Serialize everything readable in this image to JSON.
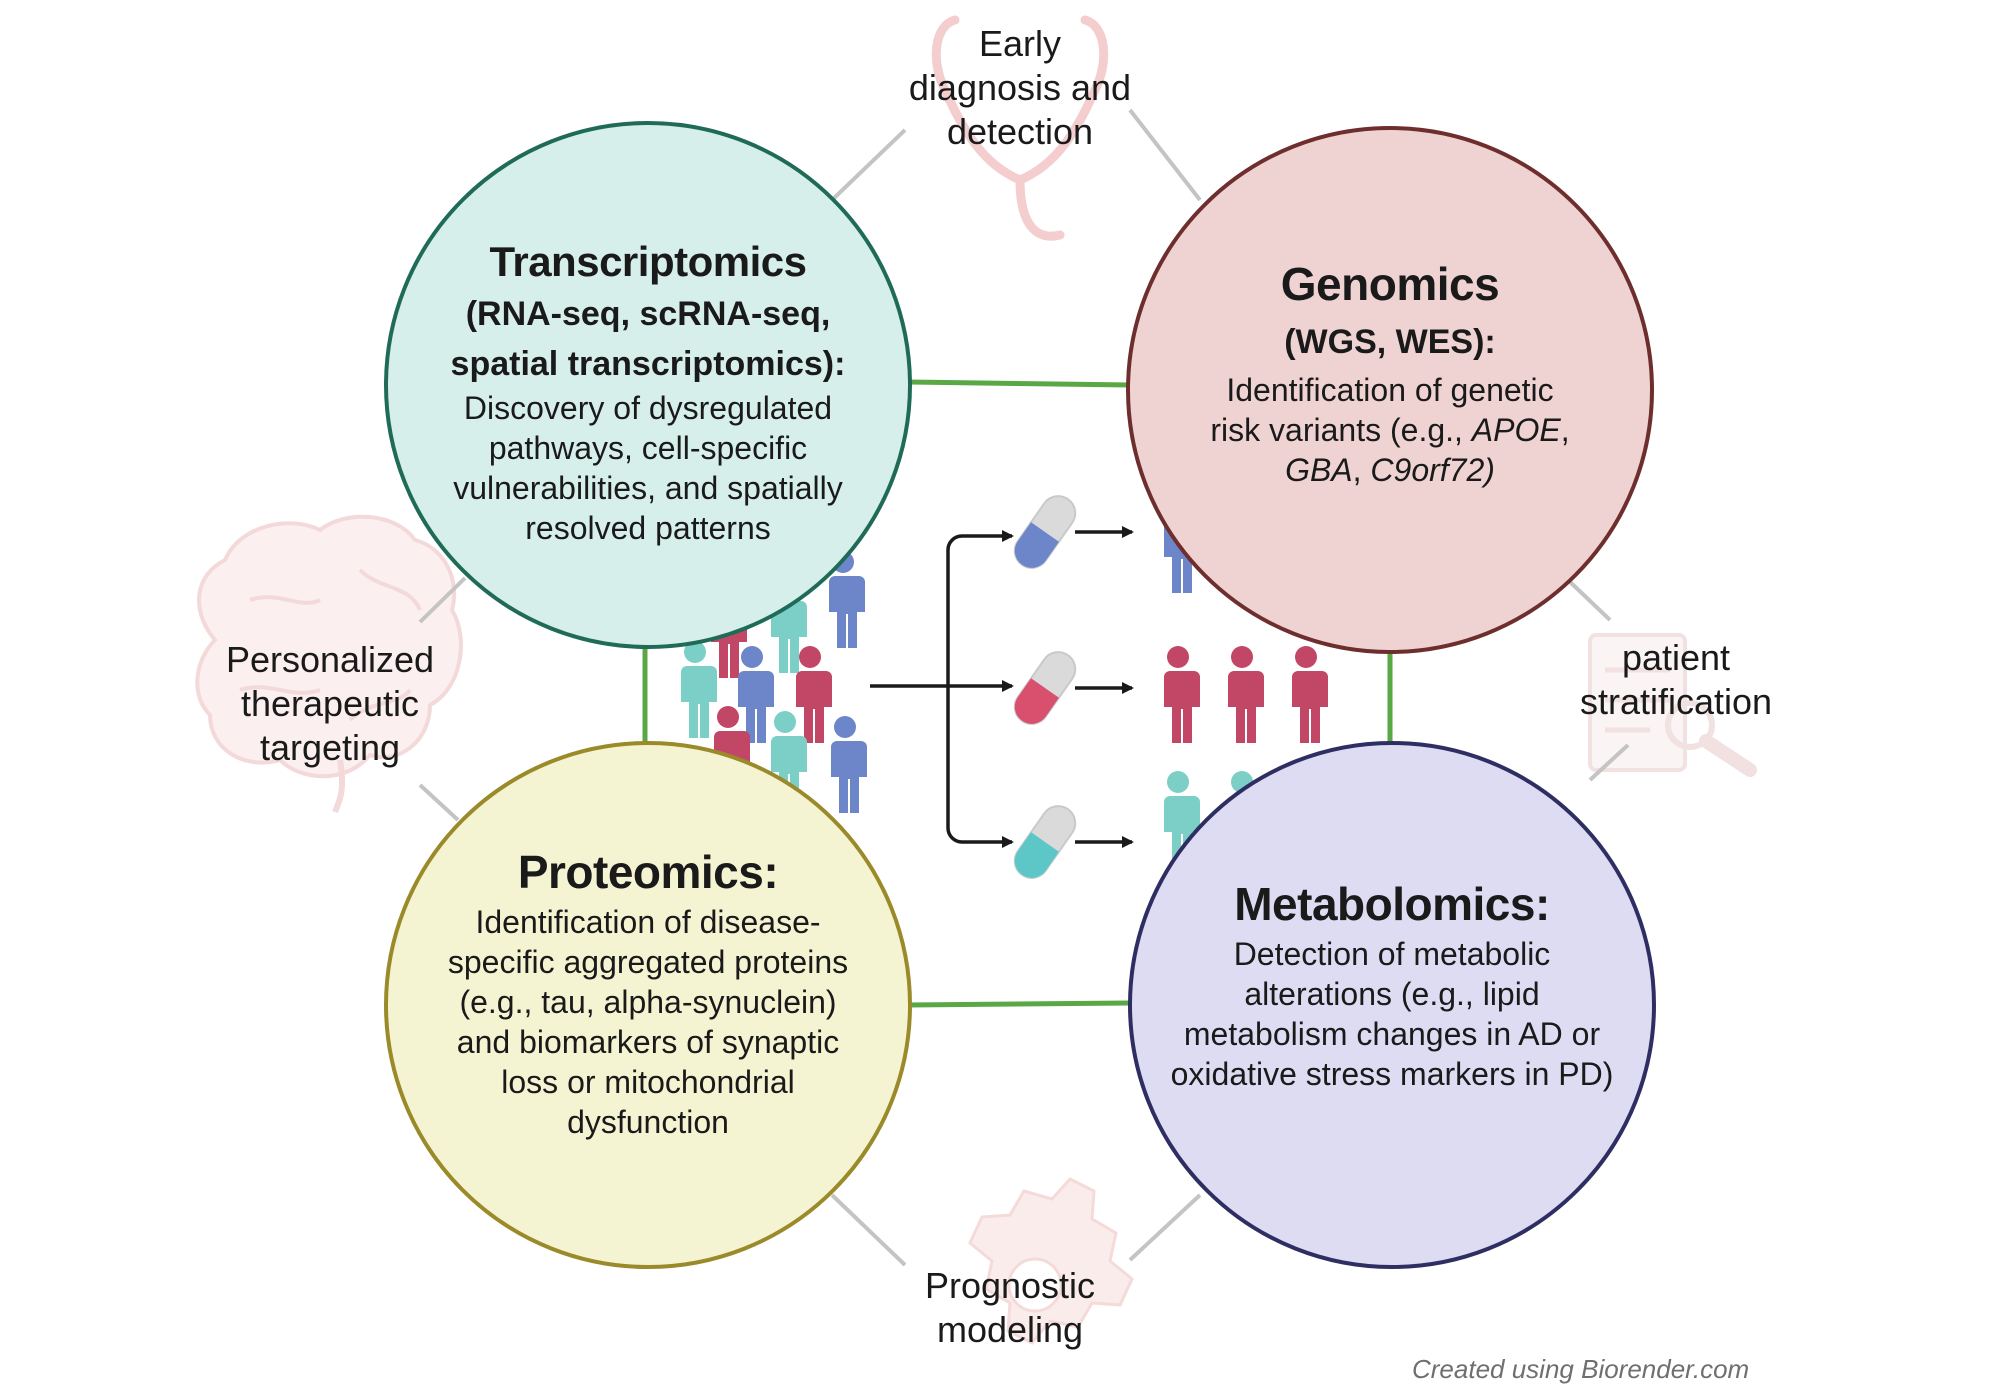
{
  "colors": {
    "connector_gray": "#c4c4c4",
    "connector_green": "#5aa845",
    "transcriptomics_fill": "#d7efea",
    "transcriptomics_stroke": "#1f6b58",
    "genomics_fill": "#efd3d3",
    "genomics_stroke": "#6e2e2e",
    "proteomics_fill": "#f5f4d2",
    "proteomics_stroke": "#9a8a2a",
    "metabolomics_fill": "#dddcf3",
    "metabolomics_stroke": "#2e2e62",
    "person_blue": "#6c86c9",
    "person_red": "#c24766",
    "person_teal": "#7ccfc6",
    "arrow": "#1a1a1a"
  },
  "circles": {
    "transcriptomics": {
      "title": "Transcriptomics",
      "subtitle_line1": "(RNA-seq,  scRNA-seq,",
      "subtitle_line2": "spatial transcriptomics):",
      "body": [
        "Discovery of dysregulated",
        "pathways, cell-specific",
        "vulnerabilities, and spatially",
        "resolved patterns"
      ]
    },
    "genomics": {
      "title": "Genomics",
      "subtitle": "(WGS, WES):",
      "body_line1": "Identification of genetic",
      "body_line2_plain": "risk variants (e.g., ",
      "body_line2_italic": "APOE",
      "body_line2_end": ",",
      "body_line3_italic1": "GBA",
      "body_line3_sep": ", ",
      "body_line3_italic2": "C9orf72)"
    },
    "proteomics": {
      "title": "Proteomics:",
      "body": [
        "Identification of disease-",
        "specific aggregated proteins",
        "(e.g., tau, alpha-synuclein)",
        "and biomarkers of synaptic",
        "loss or mitochondrial",
        "dysfunction"
      ]
    },
    "metabolomics": {
      "title": "Metabolomics:",
      "body": [
        "Detection of metabolic",
        "alterations (e.g., lipid",
        "metabolism changes in AD or",
        "oxidative stress markers in PD)"
      ]
    }
  },
  "outcomes": {
    "early_diagnosis": [
      "Early",
      "diagnosis and",
      "detection"
    ],
    "personalized": [
      "Personalized",
      "therapeutic",
      "targeting"
    ],
    "stratification": [
      "patient",
      "stratification"
    ],
    "prognostic": [
      "Prognostic",
      "modeling"
    ]
  },
  "icons": {
    "early_diagnosis": "stethoscope-icon",
    "personalized": "brain-icon",
    "stratification": "clipboard-magnifier-icon",
    "prognostic": "gear-icon",
    "center": "patient-group-to-pill-icon"
  },
  "credit": "Created using Biorender.com"
}
